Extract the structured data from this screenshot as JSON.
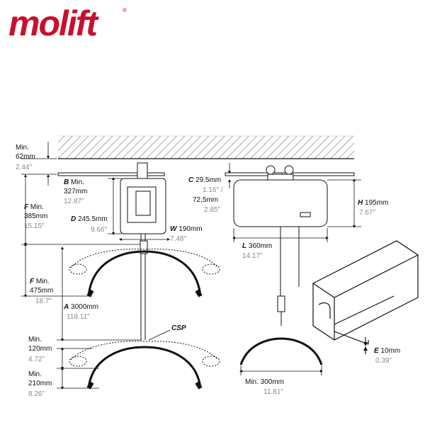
{
  "brand": {
    "name": "molift",
    "color": "#c8102e"
  },
  "colors": {
    "line": "#111111",
    "muted": "#8a8a8a"
  },
  "dims": {
    "top_min": {
      "l1": "Min.",
      "l2": "62mm",
      "imp": "2.44\""
    },
    "B": {
      "letter": "B",
      "l1": " Min.",
      "l2": "327mm",
      "imp": "12.87\""
    },
    "F": {
      "letter": "F",
      "l1": " Min.",
      "l2": "385mm",
      "imp": "15.15\""
    },
    "D": {
      "letter": "D",
      "val": " 245.5mm",
      "imp": "9.66\""
    },
    "W": {
      "letter": "W",
      "val": " 190mm",
      "imp": "7.48\""
    },
    "F2": {
      "letter": "F",
      "l1": " Min.",
      "l2": "475mm",
      "imp": "18.7\""
    },
    "A": {
      "letter": "A",
      "val": " 3000mm",
      "imp": "118.11\""
    },
    "csp": "CSP",
    "min120": {
      "l1": "Min.",
      "l2": "120mm",
      "imp": "4.72\""
    },
    "min210": {
      "l1": "Min.",
      "l2": "210mm",
      "imp": "8.26\""
    },
    "C": {
      "letter": "C",
      "val": " 29.5mm",
      "imp": "1.16\" /"
    },
    "c2": {
      "val": "72,5mm",
      "imp": "2.85\""
    },
    "H": {
      "letter": "H",
      "val": " 195mm",
      "imp": "7.67\""
    },
    "L": {
      "letter": "L",
      "val": " 360mm",
      "imp": "14.17\""
    },
    "min300": {
      "val": "Min. 300mm",
      "imp": "11.81\""
    },
    "E": {
      "letter": "E",
      "val": " 10mm",
      "imp": "0.39\""
    }
  }
}
